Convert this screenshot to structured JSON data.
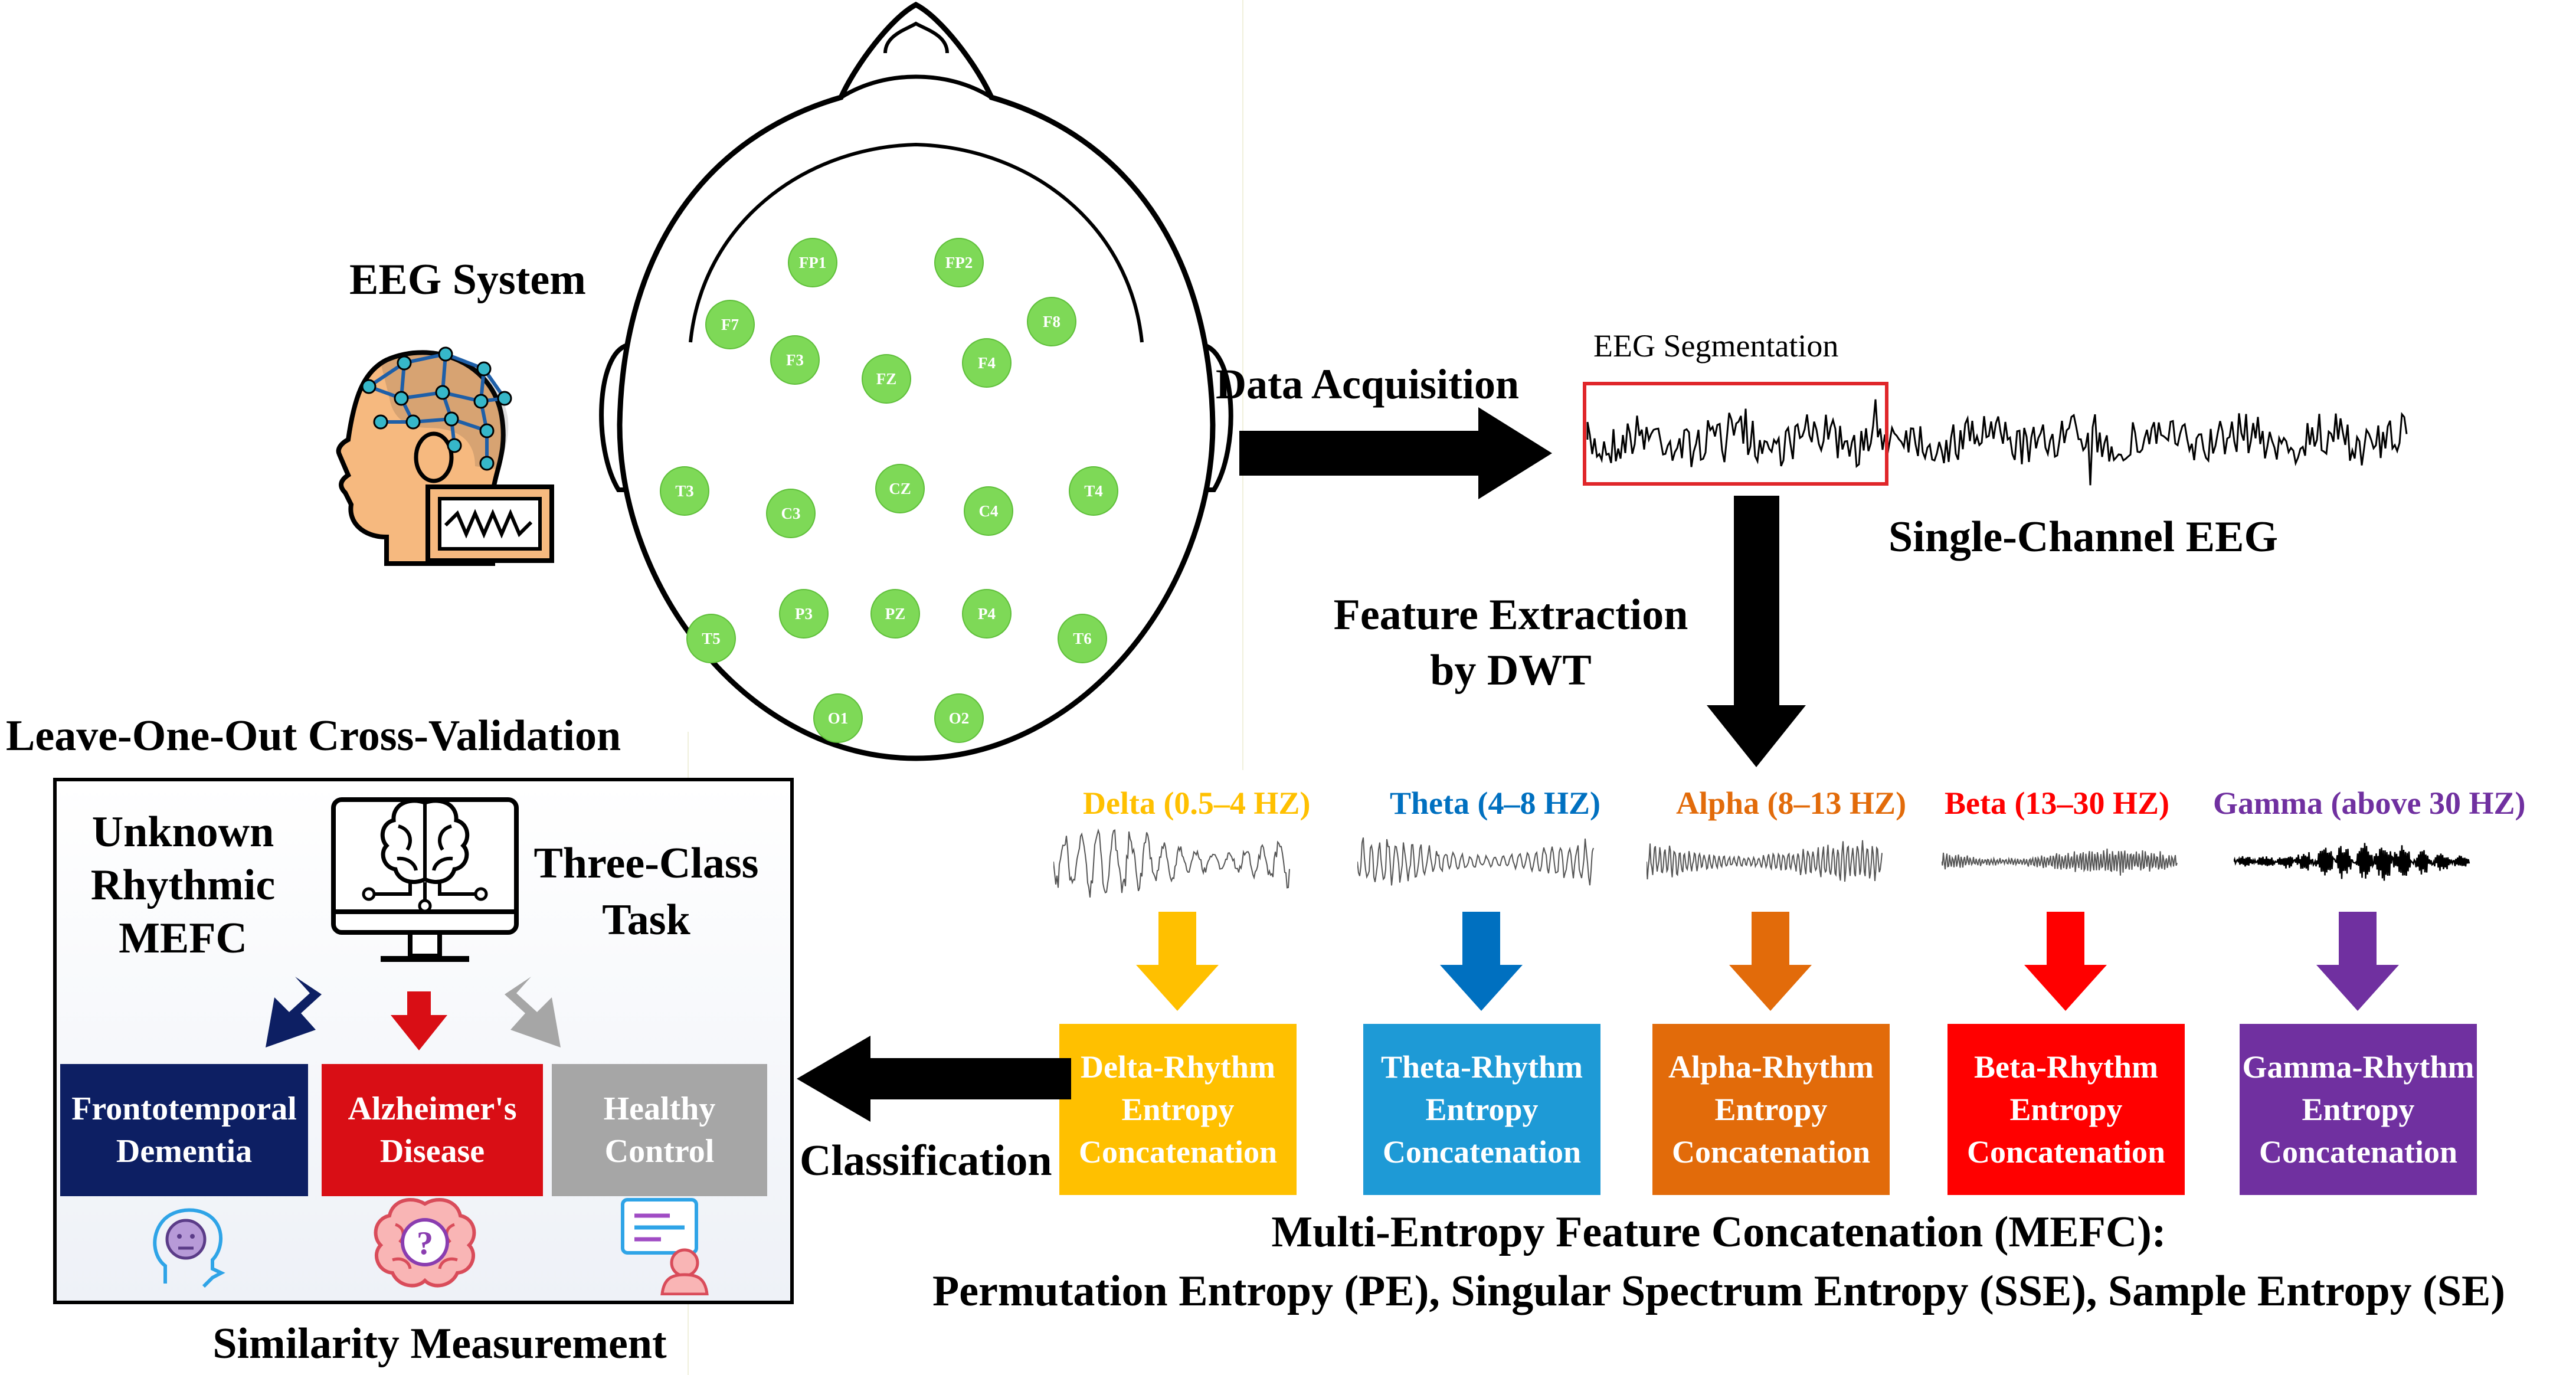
{
  "labels": {
    "eeg_system": "EEG System",
    "data_acquisition": "Data Acquisition",
    "eeg_segmentation": "EEG Segmentation",
    "single_channel_eeg": "Single-Channel EEG",
    "feature_extraction_line1": "Feature Extraction",
    "feature_extraction_line2": "by DWT",
    "loocv": "Leave-One-Out Cross-Validation",
    "classification": "Classification",
    "similarity": "Similarity Measurement",
    "mefc_line1": "Multi-Entropy Feature Concatenation (MEFC):",
    "mefc_line2": "Permutation Entropy (PE), Singular Spectrum Entropy (SSE), Sample Entropy (SE)"
  },
  "electrodes": [
    "FP1",
    "FP2",
    "F7",
    "F8",
    "F3",
    "FZ",
    "F4",
    "T3",
    "C3",
    "CZ",
    "C4",
    "T4",
    "T5",
    "P3",
    "PZ",
    "P4",
    "T6",
    "O1",
    "O2"
  ],
  "bands": [
    {
      "name": "Delta (0.5–4 HZ)",
      "color": "#FFC000",
      "box_l1": "Delta-Rhythm",
      "box_l2": "Entropy",
      "box_l3": "Concatenation"
    },
    {
      "name": "Theta (4–8 HZ)",
      "color": "#0070C0",
      "box_color": "#1E9AD6",
      "box_l1": "Theta-Rhythm",
      "box_l2": "Entropy",
      "box_l3": "Concatenation"
    },
    {
      "name": "Alpha (8–13 HZ)",
      "color": "#E26B0A",
      "box_l1": "Alpha-Rhythm",
      "box_l2": "Entropy",
      "box_l3": "Concatenation"
    },
    {
      "name": "Beta (13–30 HZ)",
      "color": "#FF0000",
      "box_l1": "Beta-Rhythm",
      "box_l2": "Entropy",
      "box_l3": "Concatenation"
    },
    {
      "name": "Gamma (above 30 HZ)",
      "color": "#7030A0",
      "box_l1": "Gamma-Rhythm",
      "box_l2": "Entropy",
      "box_l3": "Concatenation"
    }
  ],
  "panel": {
    "unknown_l1": "Unknown",
    "unknown_l2": "Rhythmic",
    "unknown_l3": "MEFC",
    "task_l1": "Three-Class",
    "task_l2": "Task",
    "classes": [
      {
        "l1": "Frontotemporal",
        "l2": "Dementia",
        "color": "#0D1F63"
      },
      {
        "l1": "Alzheimer's",
        "l2": "Disease",
        "color": "#D90E15"
      },
      {
        "l1": "Healthy",
        "l2": "Control",
        "color": "#A6A6A6"
      }
    ]
  }
}
